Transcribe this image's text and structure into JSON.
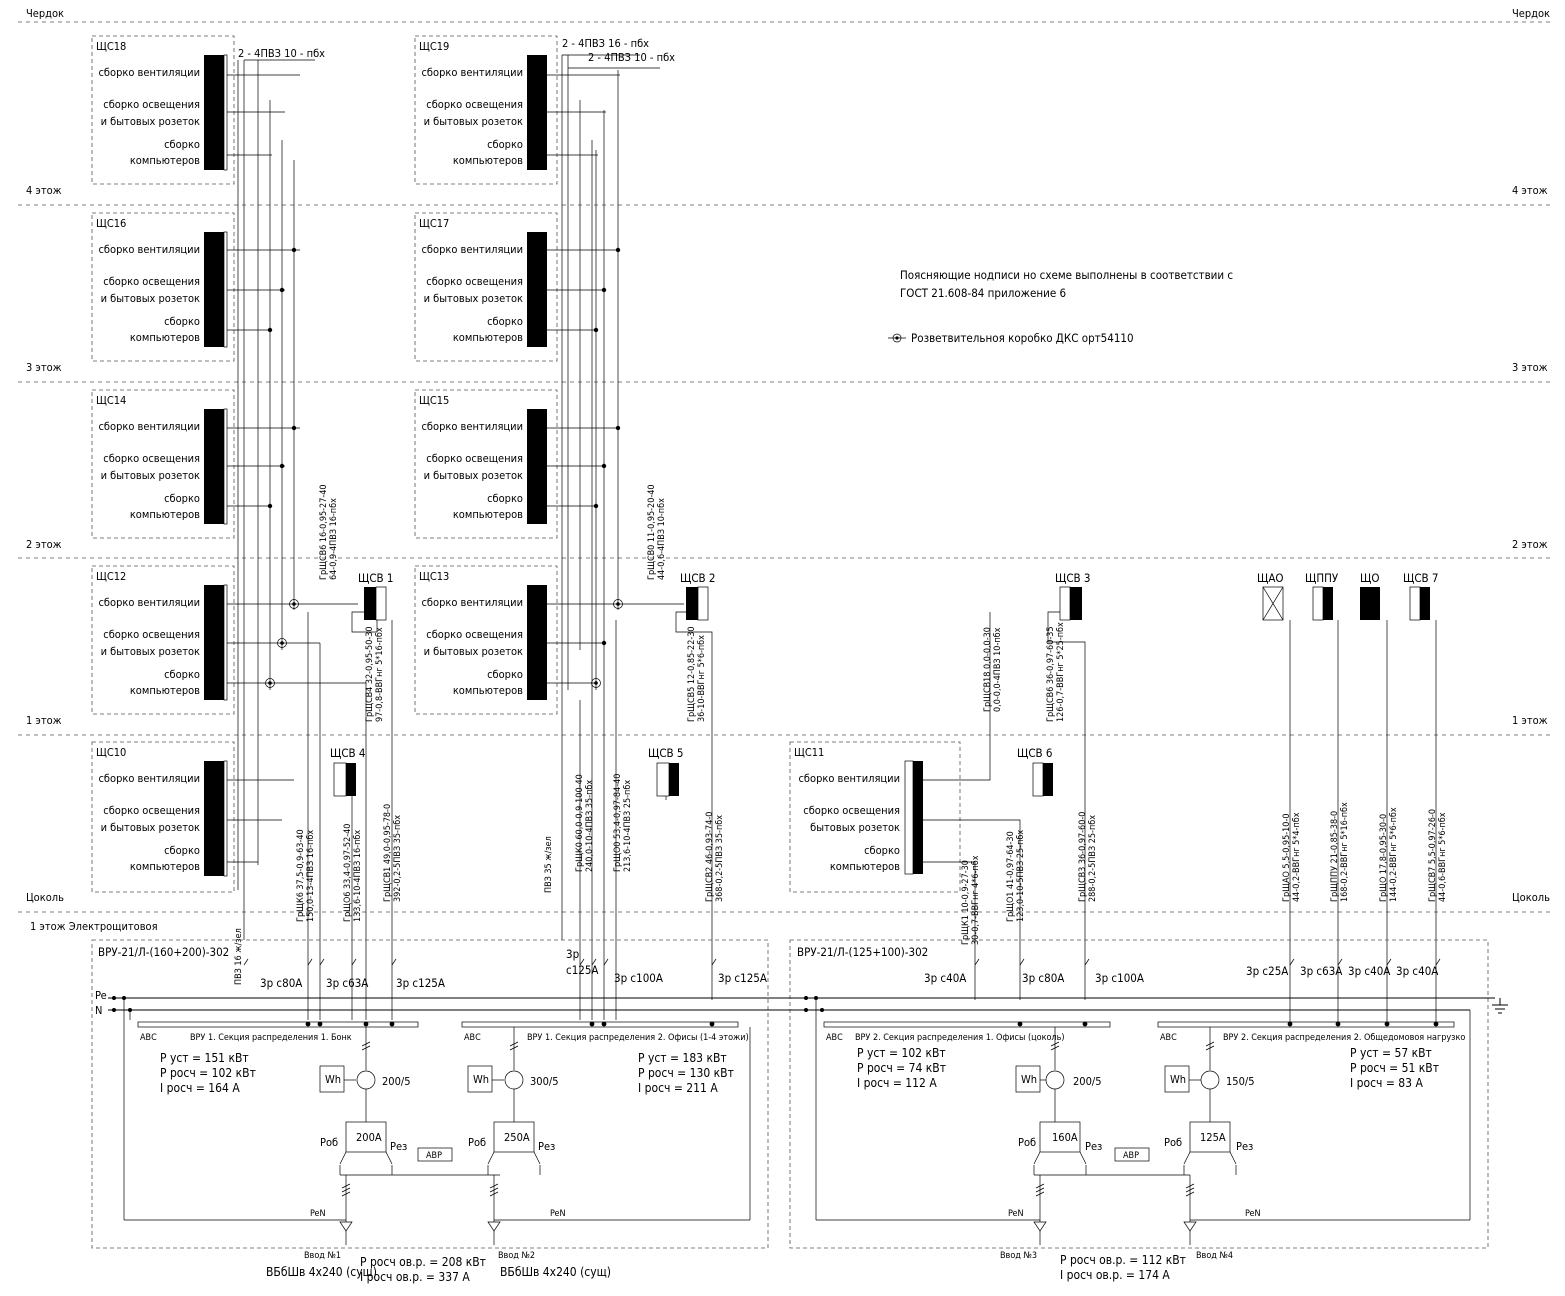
{
  "floors": {
    "attic": "Чердок",
    "f4": "4 этож",
    "f3": "3 этож",
    "f2": "2 этож",
    "f1": "1 этож",
    "basement": "Цоколь",
    "room": "1 этож Электрощитовоя"
  },
  "notes": {
    "line1": "Поясняющие нодписи но схеме выполнены в соответствии с",
    "line2": "ГОСТ 21.608-84 приложение 6",
    "legend": "Розветвительноя коробко ДКС орт54110"
  },
  "panels": {
    "vent": "сборко вентиляции",
    "light1": "сборко освещения",
    "light2": "и бытовых розеток",
    "comp1": "сборко",
    "comp2": "компьютеров",
    "light2b": "бытовых розеток",
    "left": [
      "ЩС18",
      "ЩС16",
      "ЩС14",
      "ЩС12",
      "ЩС10"
    ],
    "middle": [
      "ЩС19",
      "ЩС17",
      "ЩС15",
      "ЩС13"
    ],
    "right": "ЩС11"
  },
  "small": {
    "scv1": "ЩСВ 1",
    "scv2": "ЩСВ 2",
    "scv3": "ЩСВ 3",
    "scv4": "ЩСВ 4",
    "scv5": "ЩСВ 5",
    "scv6": "ЩСВ 6",
    "scv7": "ЩСВ 7",
    "shao": "ЩАО",
    "shppu": "ЩППУ",
    "sho": "ЩО"
  },
  "cables": {
    "top1": "2 - 4ПВЗ 10 - пбх",
    "top2": "2 - 4ПВЗ 16 - пбх",
    "top3": "2 - 4ПВЗ 10 - пбх",
    "v1a": "ГрЩСВ6 16-0,95-27-40",
    "v1b": "64-0,9-4ПВЗ 16-пбх",
    "v2a": "ГрЩСВ4 32-0,95-50-30",
    "v2b": "97-0,8-ВВГнг 5*16-пбх",
    "v3a": "ГрЩСВ0 11-0,95-20-40",
    "v3b": "44-0,6-4ПВЗ 10-пбх",
    "v4a": "ГрЩСВ5 12-0,85-22-30",
    "v4b": "36-10-ВВГнг 5*6-пбх",
    "v5a": "ГрЩСВ18 0,0-0,0-30",
    "v5b": "0,0-0,0-4ПВЗ 10-пбх",
    "v6a": "ГрЩСВ6 36-0,97-60-35",
    "v6b": "126-0,7-ВВГнг 5*25-пбх",
    "c1a": "ГрЩК6 37,5-0,9-63-40",
    "c1b": "150,0-13-4ПВЗ 16-пбх",
    "c2a": "ГрЩО6 33,4-0,97-52-40",
    "c2b": "133,6-10-4ПВЗ 16-пбх",
    "c3a": "ГрЩСВ1 49,0-0,95-78-0",
    "c3b": "392-0,2-5ПВЗ 35-пбх",
    "c4": "ПВЗ 16 ж/зел",
    "c5": "ПВЗ 35 ж/зел",
    "c6a": "ГрЩК0 60,0-0,9-100-40",
    "c6b": "240,0-10-4ПВЗ 35-пбх",
    "c7a": "ГрЩО0 53,4-0,97-84-40",
    "c7b": "213,6-10-4ПВ3 25-пбх",
    "c8a": "ГрЩСВ2 46-0,93-74-0",
    "c8b": "368-0,2-5ПВЗ 35-пбх",
    "c9a": "ГрЩК1 10-0,9-27-30",
    "c9b": "30-0,7-ВВГнг 4*6-пбх",
    "c10a": "ГрЩО1 41-0,97-64-30",
    "c10b": "123,0-10-5ПВЗ 25-пбх",
    "c11a": "ГрЩСВ3 36-0,97-60-0",
    "c11b": "288-0,2-5ПВЗ 25-пбх",
    "c12a": "ГрЩАО 5,5-0,95-10-0",
    "c12b": "44-0,2-ВВГнг 5*4-пбх",
    "c13a": "ГрЩППУ 21-0,85-38-0",
    "c13b": "168-0,2-ВВГнг 5*16-пбх",
    "c14a": "ГрЩО 17,8-0,95-30-0",
    "c14b": "144-0,2-ВВГнг 5*6-пбх",
    "c15a": "ГрЩСВ7 5,5-0,97-26-0",
    "c15b": "44-0,6-ВВГнг 5*6-пбх"
  },
  "switchboard": {
    "vru1": "ВРУ-21/Л-(160+200)-302",
    "vru2": "ВРУ-21/Л-(125+100)-302",
    "pe": "Pe",
    "n": "N",
    "abc": "АВС",
    "s1": "ВРУ 1. Секция распределения 1. Бонк",
    "s2": "ВРУ 1. Секция распределения 2. Офисы (1-4 этожи)",
    "s3": "ВРУ 2. Секция распределения 1. Офисы (цоколь)",
    "s4": "ВРУ 2. Секция распределения 2. Общедомовоя нагрузко",
    "wh": "Wh",
    "ct1": "200/5",
    "ct2": "300/5",
    "ct3": "200/5",
    "ct4": "150/5",
    "ab1": "200А",
    "ab2": "250А",
    "ab3": "160А",
    "ab4": "125А",
    "rob": "Роб",
    "rez": "Рез",
    "avr": "АВР",
    "pen": "PeN",
    "sec1": [
      "Р уст = 151 кВт",
      "Р росч = 102 кВт",
      "I росч = 164 А"
    ],
    "sec2": [
      "Р уст = 183 кВт",
      "Р росч = 130 кВт",
      "I росч = 211 А"
    ],
    "sec3": [
      "Р уст = 102 кВт",
      "Р росч = 74 кВт",
      "I росч = 112 А"
    ],
    "sec4": [
      "Р уст = 57 кВт",
      "Р росч = 51 кВт",
      "I росч = 83 А"
    ]
  },
  "breakers": {
    "b1": "3р с80А",
    "b2": "3р с63А",
    "b3": "3р с125А",
    "b4a": "3р",
    "b4b": "с125А",
    "b5": "3р с100А",
    "b6": "3р с125А",
    "b7": "3р с40А",
    "b8": "3р с80А",
    "b9": "3р с100А",
    "b10": "3р с25А",
    "b11": "3р с63А",
    "b12": "3р с40А",
    "b13": "3р с40А"
  },
  "inputs": {
    "in1": "Ввод №1",
    "in2": "Ввод №2",
    "in3": "Ввод №3",
    "in4": "Ввод №4",
    "cab1": "ВБбШв 4х240 (сущ)",
    "cab2": "ВБбШв 4х240 (сущ)",
    "tot1a": "Р росч ов.р. = 208 кВт",
    "tot1b": "I росч ов.р. = 337 А",
    "tot2a": "Р росч ов.р. = 112 кВт",
    "tot2b": "I росч ов.р. = 174 А"
  }
}
